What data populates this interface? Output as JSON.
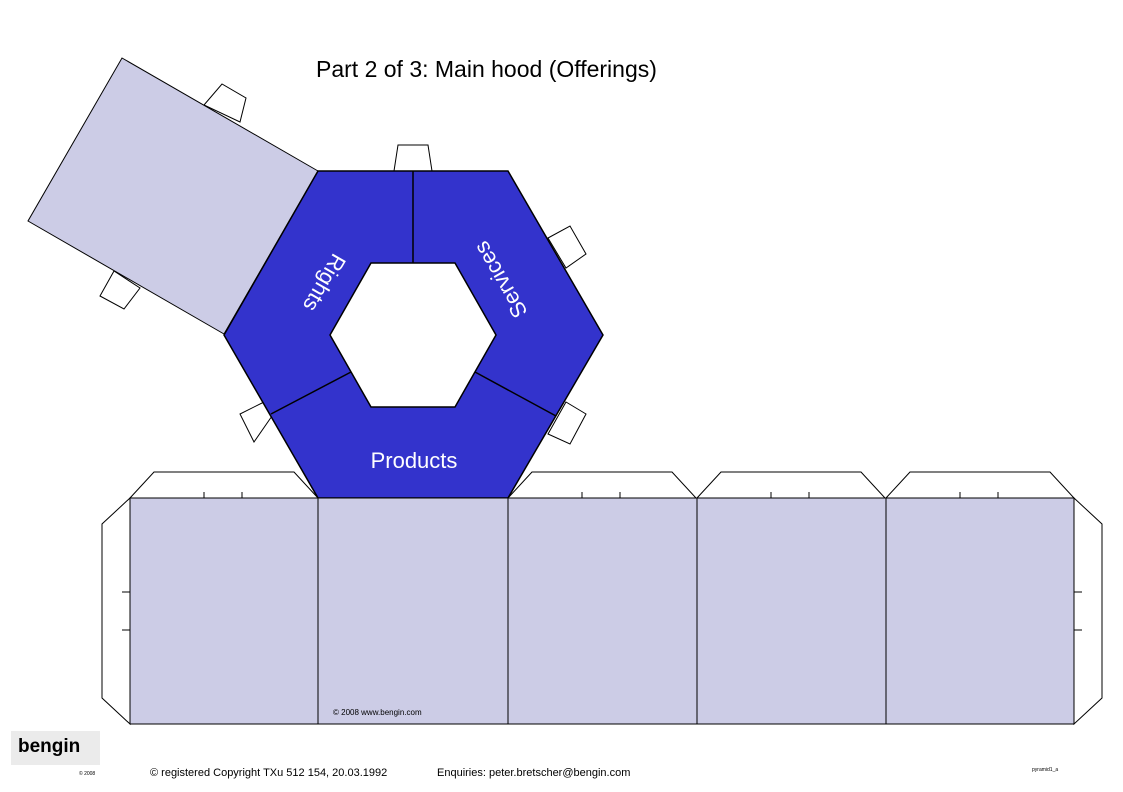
{
  "title": "Part 2 of 3: Main hood (Offerings)",
  "segments": {
    "rights": "Rights",
    "services": "Services",
    "products": "Products"
  },
  "panel_credit": "© 2008 www.bengin.com",
  "footer": {
    "logo": "bengin",
    "logo_year": "© 2008",
    "copyright": "© registered Copyright TXu 512 154, 20.03.1992",
    "enquiries": "Enquiries: peter.bretscher@bengin.com",
    "page_code": "pyramid1_a"
  },
  "colors": {
    "hexagon_fill": "#3333cc",
    "panel_fill": "#cccce6",
    "outline": "#000000",
    "label_text": "#ffffff"
  }
}
